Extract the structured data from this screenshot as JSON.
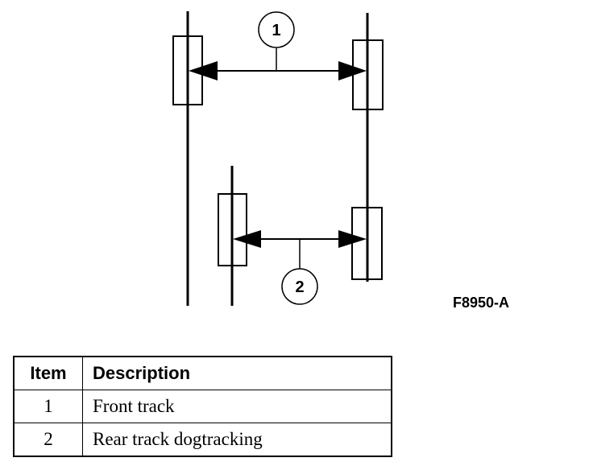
{
  "figure_id": "F8950-A",
  "callouts": [
    "1",
    "2"
  ],
  "table": {
    "headers": [
      "Item",
      "Description"
    ],
    "rows": [
      {
        "item": "1",
        "description": "Front track"
      },
      {
        "item": "2",
        "description": "Rear track dogtracking"
      }
    ]
  }
}
